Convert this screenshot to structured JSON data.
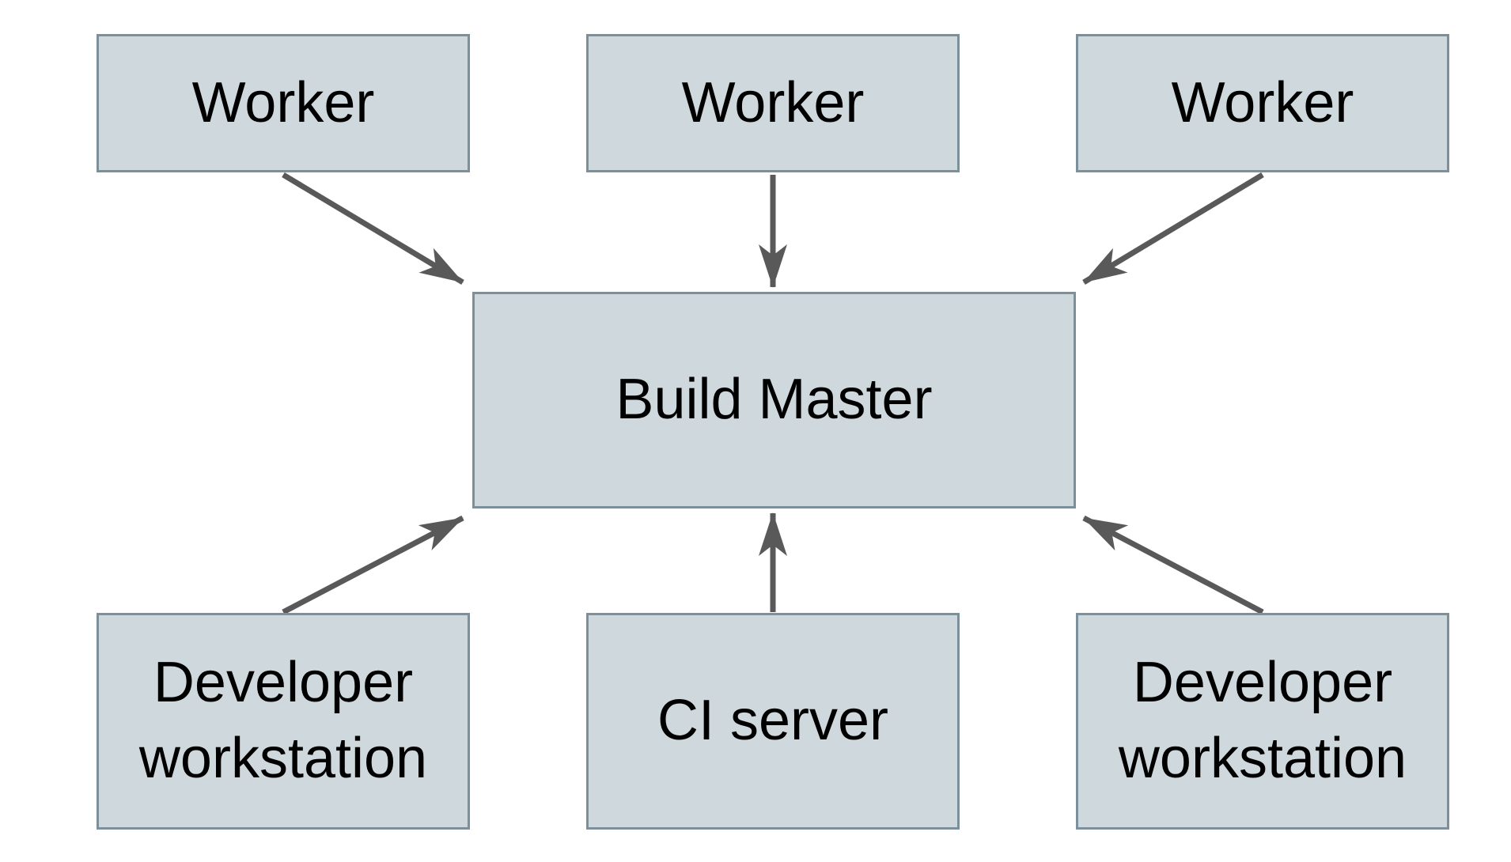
{
  "diagram": {
    "type": "architecture-diagram",
    "colors": {
      "background": "#ffffff",
      "node_fill": "#cfd8dc",
      "node_border": "#7b909b",
      "arrow": "#595959",
      "text": "#000000"
    },
    "nodes": [
      {
        "id": "worker-1",
        "label": "Worker",
        "row": "top"
      },
      {
        "id": "worker-2",
        "label": "Worker",
        "row": "top"
      },
      {
        "id": "worker-3",
        "label": "Worker",
        "row": "top"
      },
      {
        "id": "build-master",
        "label": "Build Master",
        "row": "middle"
      },
      {
        "id": "developer-workstation-1",
        "label": "Developer workstation",
        "row": "bottom"
      },
      {
        "id": "ci-server",
        "label": "CI server",
        "row": "bottom"
      },
      {
        "id": "developer-workstation-2",
        "label": "Developer workstation",
        "row": "bottom"
      }
    ],
    "edges": [
      {
        "from": "worker-1",
        "to": "build-master"
      },
      {
        "from": "worker-2",
        "to": "build-master"
      },
      {
        "from": "worker-3",
        "to": "build-master"
      },
      {
        "from": "developer-workstation-1",
        "to": "build-master"
      },
      {
        "from": "ci-server",
        "to": "build-master"
      },
      {
        "from": "developer-workstation-2",
        "to": "build-master"
      }
    ]
  }
}
